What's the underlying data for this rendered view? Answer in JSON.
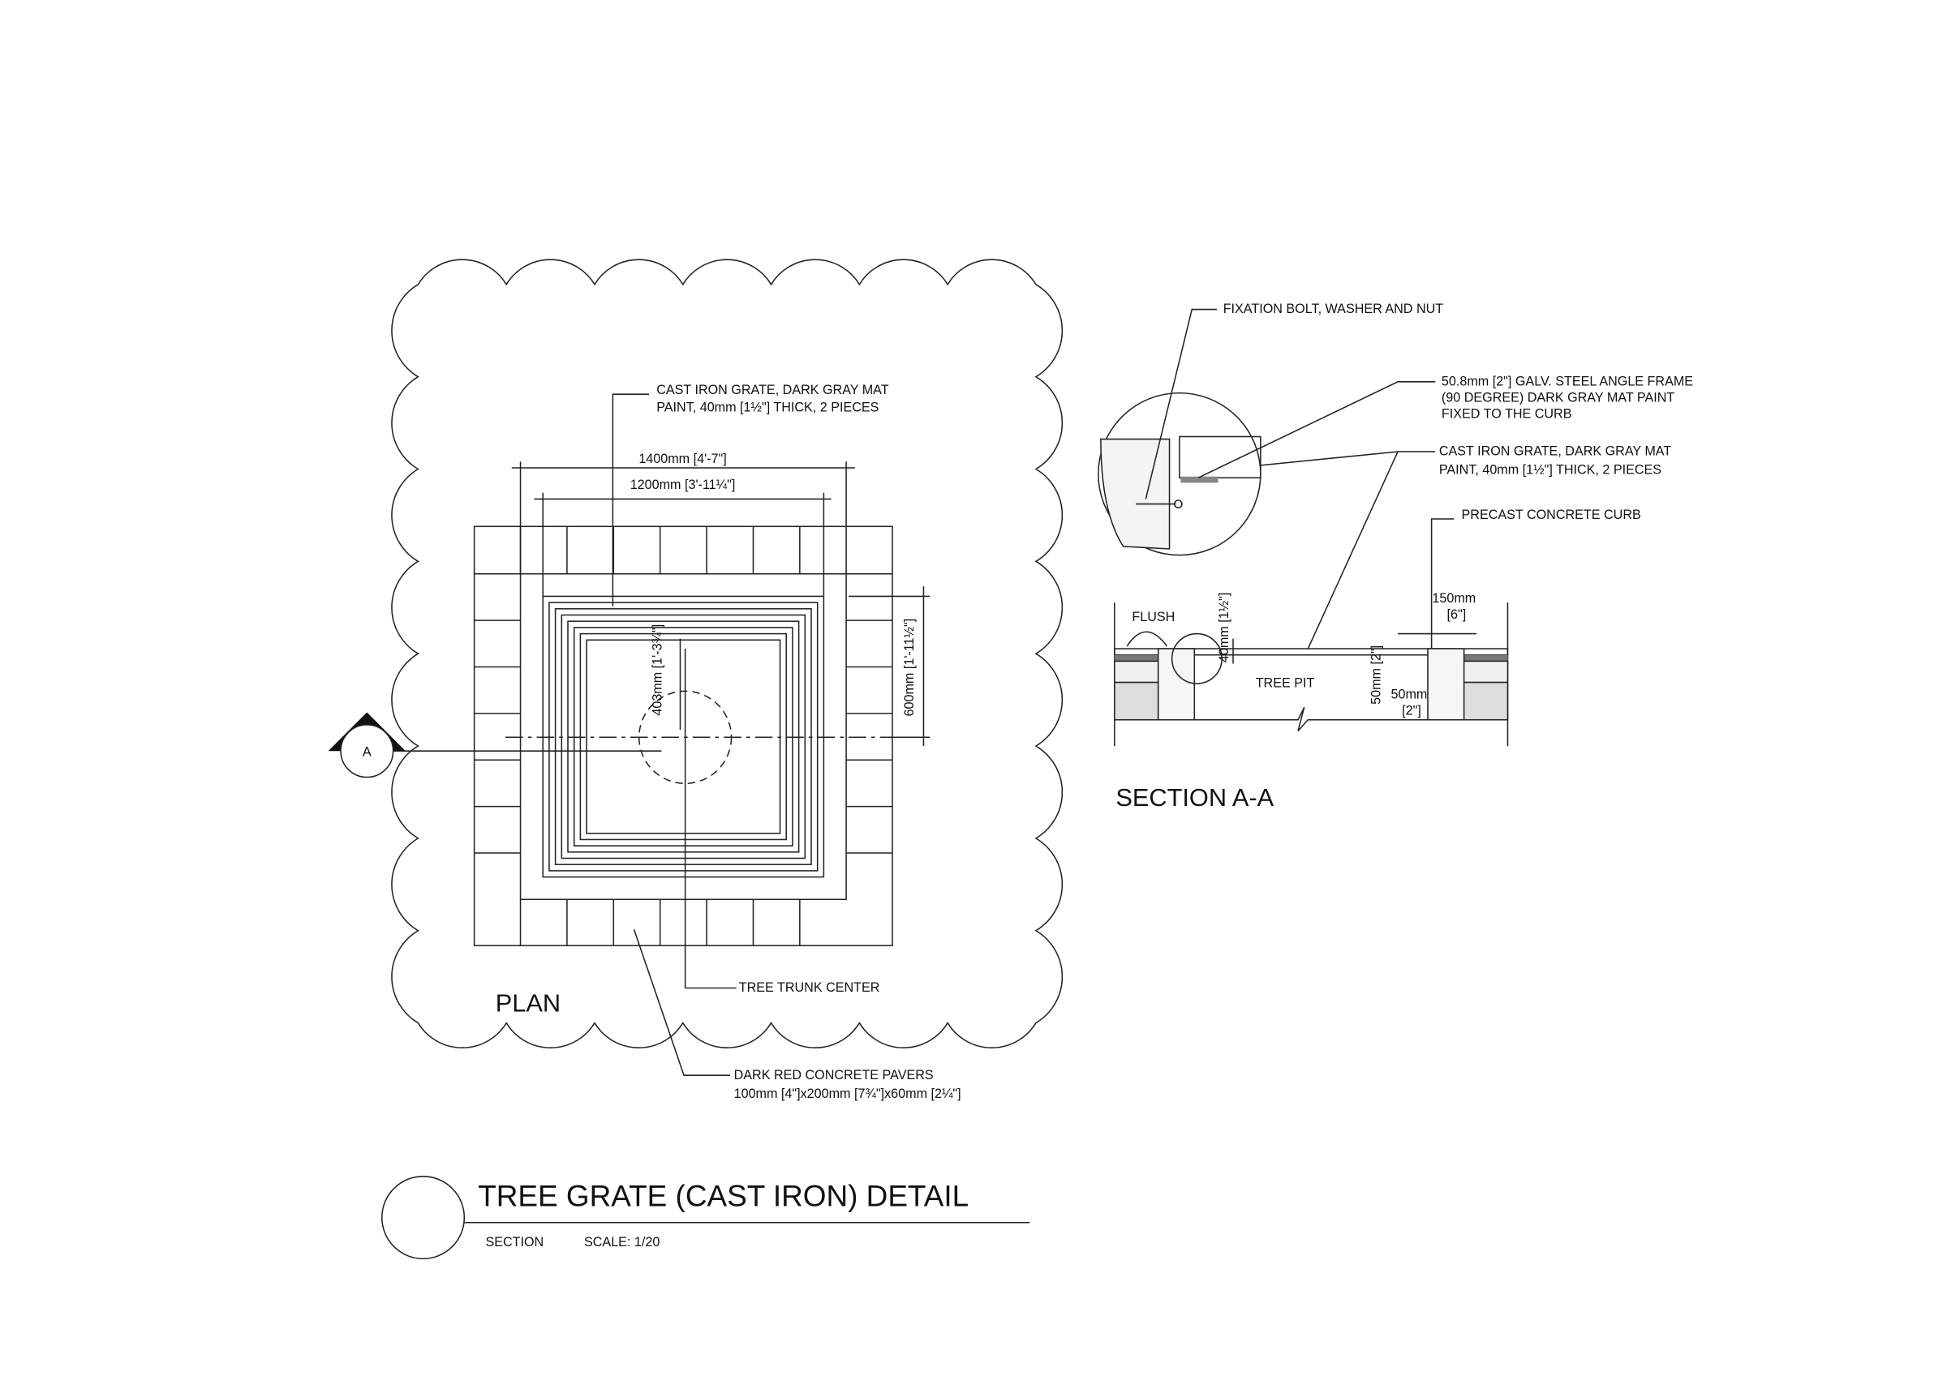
{
  "plan": {
    "label": "PLAN",
    "grate_note": [
      "CAST IRON GRATE, DARK GRAY MAT",
      "PAINT, 40mm [1½\"] THICK, 2 PIECES"
    ],
    "dim_outer": "1400mm [4'-7\"]",
    "dim_inner": "1200mm [3'-11¼\"]",
    "dim_opening": "403mm [1'-3¾\"]",
    "dim_600": "600mm [1'-11½\"]",
    "trunk_note": "TREE TRUNK CENTER",
    "pavers_note": [
      "DARK RED CONCRETE PAVERS",
      "100mm [4\"]x200mm [7¾\"]x60mm [2¼\"]"
    ],
    "section_marker": "A"
  },
  "section": {
    "label": "SECTION A-A",
    "bolt_note": "FIXATION BOLT, WASHER AND NUT",
    "angle_note": [
      "50.8mm [2\"] GALV. STEEL ANGLE FRAME",
      "(90 DEGREE) DARK GRAY MAT PAINT",
      "FIXED TO THE CURB"
    ],
    "grate_note": [
      "CAST IRON GRATE, DARK GRAY MAT",
      "PAINT, 40mm [1½\"] THICK, 2 PIECES"
    ],
    "curb_note": "PRECAST CONCRETE CURB",
    "flush": "FLUSH",
    "tree_pit": "TREE PIT",
    "dim_40": "40mm [1½\"]",
    "dim_150": [
      "150mm",
      "[6\"]"
    ],
    "dim_50v": "50mm [2\"]",
    "dim_50h": [
      "50mm",
      "[2\"]"
    ]
  },
  "title_block": {
    "title": "TREE GRATE (CAST IRON) DETAIL",
    "type": "SECTION",
    "scale": "SCALE: 1/20"
  }
}
